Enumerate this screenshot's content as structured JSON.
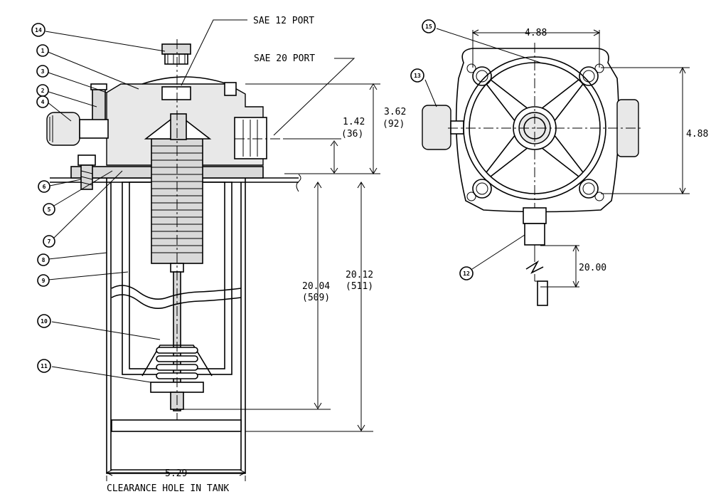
{
  "labels": {
    "sae12": "SAE 12 PORT",
    "sae20": "SAE 20 PORT",
    "clearance": "CLEARANCE HOLE IN TANK"
  },
  "dimensions": {
    "d142": "1.42",
    "d142mm": "(36)",
    "d362": "3.62",
    "d362mm": "(92)",
    "d2004": "20.04",
    "d2004mm": "(509)",
    "d2012": "20.12",
    "d2012mm": "(511)",
    "d529": "5.29",
    "d488top": "4.88",
    "d488side": "4.88",
    "d2000": "20.00"
  },
  "callouts": [
    "1",
    "2",
    "3",
    "4",
    "5",
    "6",
    "7",
    "8",
    "9",
    "10",
    "11",
    "12",
    "13",
    "14",
    "15"
  ]
}
